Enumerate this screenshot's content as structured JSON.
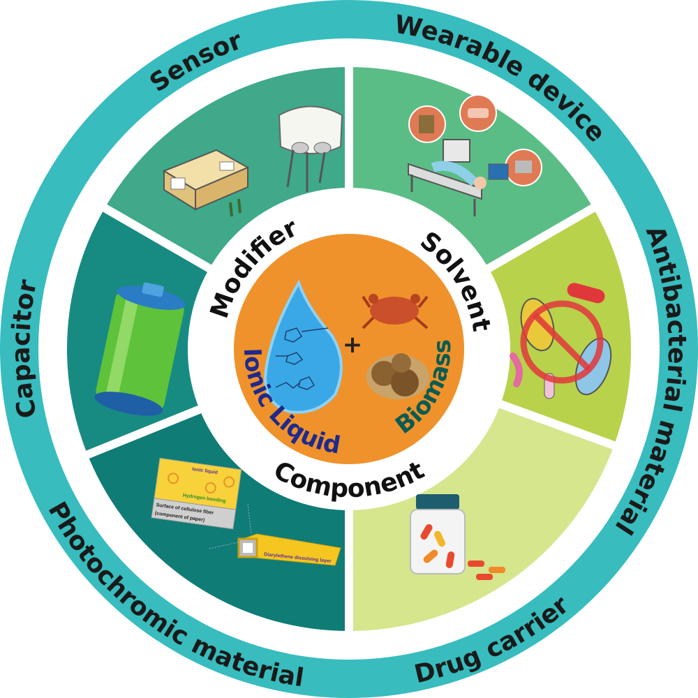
{
  "outer_labels": {
    "sensor": "Sensor",
    "wearable": "Wearable device",
    "antibacterial": "Antibacterial material",
    "drug": "Drug carrier",
    "photochromic": "Photochromic material",
    "capacitor": "Capacitor"
  },
  "inner_labels": {
    "modifier": "Modifier",
    "solvent": "Solvent",
    "component": "Component"
  },
  "center": {
    "ionic_liquid": "Ionic Liquid",
    "plus": "+",
    "biomass": "Biomass"
  },
  "photochromic_detail": {
    "ionic_liquid": "Ionic liquid",
    "hydrogen_bonding": "Hydrogen bonding",
    "surface_line1": "Surface of cellulose fiber",
    "surface_line2": "(component of paper)",
    "layer": "Diarylethene dissolving layer"
  },
  "colors": {
    "ring": "#38bcbe",
    "sensor": "#3fa98a",
    "wearable": "#5bbd86",
    "antibacterial": "#b8d24c",
    "drug": "#d5e68c",
    "photochromic": "#0f7c76",
    "capacitor": "#178b82",
    "center": "#ef922b",
    "ionic_text": "#1f2a8c",
    "biomass_text": "#0b5b52"
  }
}
